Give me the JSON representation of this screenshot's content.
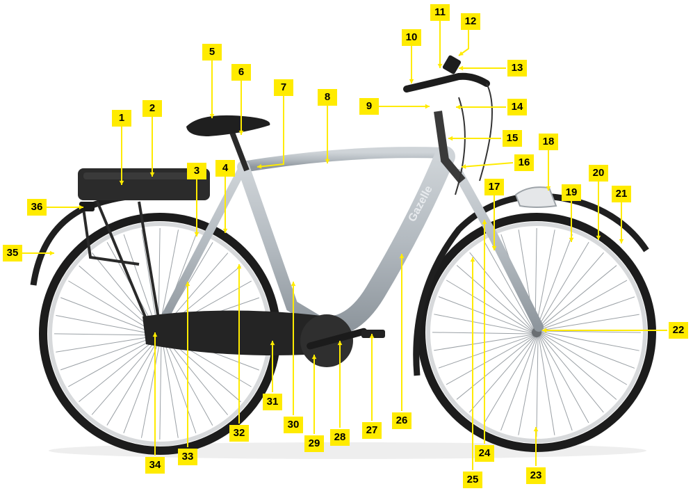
{
  "diagram": {
    "subject": "Gazelle e-bike",
    "frame_brand": "Gazelle",
    "colors": {
      "label_fill": "#ffeb00",
      "label_text": "#000000",
      "arrow": "#ffeb00",
      "frame": "#b3bac0",
      "battery": "#2b2b2b",
      "tire": "#1c1c1c",
      "rim": "#d7d9db"
    }
  },
  "callouts": [
    {
      "id": 1,
      "label": "1"
    },
    {
      "id": 2,
      "label": "2"
    },
    {
      "id": 3,
      "label": "3"
    },
    {
      "id": 4,
      "label": "4"
    },
    {
      "id": 5,
      "label": "5"
    },
    {
      "id": 6,
      "label": "6"
    },
    {
      "id": 7,
      "label": "7"
    },
    {
      "id": 8,
      "label": "8"
    },
    {
      "id": 9,
      "label": "9"
    },
    {
      "id": 10,
      "label": "10"
    },
    {
      "id": 11,
      "label": "11"
    },
    {
      "id": 12,
      "label": "12"
    },
    {
      "id": 13,
      "label": "13"
    },
    {
      "id": 14,
      "label": "14"
    },
    {
      "id": 15,
      "label": "15"
    },
    {
      "id": 16,
      "label": "16"
    },
    {
      "id": 17,
      "label": "17"
    },
    {
      "id": 18,
      "label": "18"
    },
    {
      "id": 19,
      "label": "19"
    },
    {
      "id": 20,
      "label": "20"
    },
    {
      "id": 21,
      "label": "21"
    },
    {
      "id": 22,
      "label": "22"
    },
    {
      "id": 23,
      "label": "23"
    },
    {
      "id": 24,
      "label": "24"
    },
    {
      "id": 25,
      "label": "25"
    },
    {
      "id": 26,
      "label": "26"
    },
    {
      "id": 27,
      "label": "27"
    },
    {
      "id": 28,
      "label": "28"
    },
    {
      "id": 29,
      "label": "29"
    },
    {
      "id": 30,
      "label": "30"
    },
    {
      "id": 31,
      "label": "31"
    },
    {
      "id": 32,
      "label": "32"
    },
    {
      "id": 33,
      "label": "33"
    },
    {
      "id": 34,
      "label": "34"
    },
    {
      "id": 35,
      "label": "35"
    },
    {
      "id": 36,
      "label": "36"
    }
  ]
}
